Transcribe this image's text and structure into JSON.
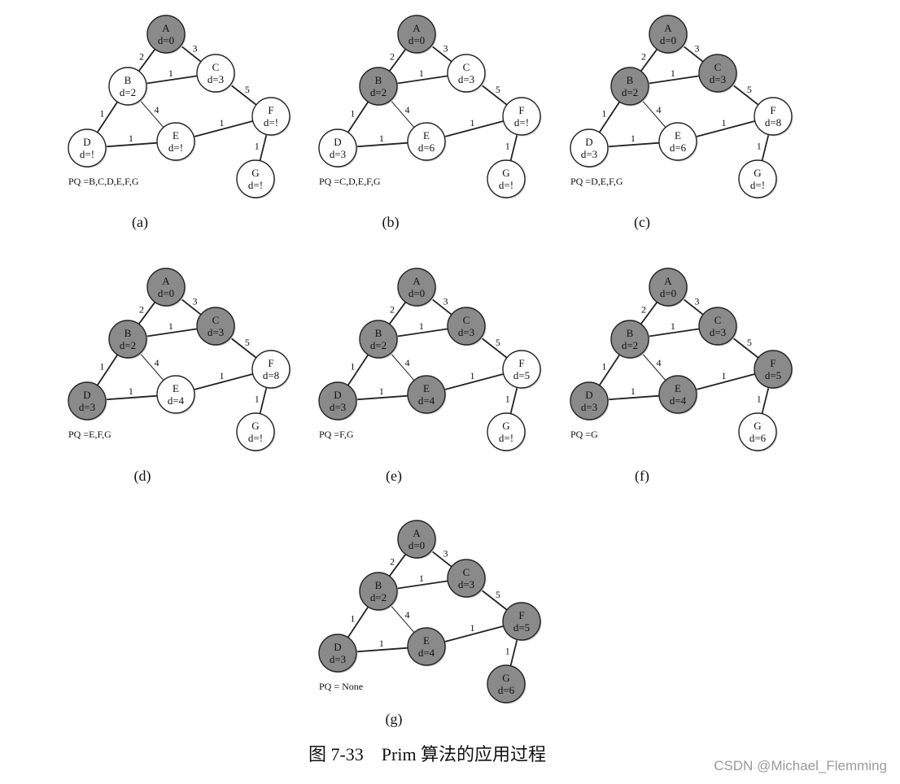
{
  "figure": {
    "caption_number": "图 7-33",
    "caption_text": "Prim 算法的应用过程",
    "watermark": "CSDN @Michael_Flemming"
  },
  "colors": {
    "visited_fill": "#8a8a8a",
    "unvisited_fill": "#ffffff",
    "stroke": "#222222"
  },
  "graph": {
    "edges": [
      {
        "from": "A",
        "to": "B",
        "weight": "2"
      },
      {
        "from": "A",
        "to": "C",
        "weight": "3"
      },
      {
        "from": "B",
        "to": "C",
        "weight": "1"
      },
      {
        "from": "B",
        "to": "D",
        "weight": "1"
      },
      {
        "from": "B",
        "to": "E",
        "weight": "4"
      },
      {
        "from": "D",
        "to": "E",
        "weight": "1"
      },
      {
        "from": "C",
        "to": "F",
        "weight": "5"
      },
      {
        "from": "E",
        "to": "F",
        "weight": "1"
      },
      {
        "from": "F",
        "to": "G",
        "weight": "1"
      }
    ]
  },
  "panels": [
    {
      "caption": "(a)",
      "pq": "PQ =B,C,D,E,F,G",
      "nodes": [
        {
          "id": "A",
          "dist": "d=0",
          "visited": true
        },
        {
          "id": "B",
          "dist": "d=2",
          "visited": false
        },
        {
          "id": "C",
          "dist": "d=3",
          "visited": false
        },
        {
          "id": "D",
          "dist": "d=!",
          "visited": false
        },
        {
          "id": "E",
          "dist": "d=!",
          "visited": false
        },
        {
          "id": "F",
          "dist": "d=!",
          "visited": false
        },
        {
          "id": "G",
          "dist": "d=!",
          "visited": false
        }
      ]
    },
    {
      "caption": "(b)",
      "pq": "PQ =C,D,E,F,G",
      "nodes": [
        {
          "id": "A",
          "dist": "d=0",
          "visited": true
        },
        {
          "id": "B",
          "dist": "d=2",
          "visited": true
        },
        {
          "id": "C",
          "dist": "d=3",
          "visited": false
        },
        {
          "id": "D",
          "dist": "d=3",
          "visited": false
        },
        {
          "id": "E",
          "dist": "d=6",
          "visited": false
        },
        {
          "id": "F",
          "dist": "d=!",
          "visited": false
        },
        {
          "id": "G",
          "dist": "d=!",
          "visited": false
        }
      ]
    },
    {
      "caption": "(c)",
      "pq": "PQ =D,E,F,G",
      "nodes": [
        {
          "id": "A",
          "dist": "d=0",
          "visited": true
        },
        {
          "id": "B",
          "dist": "d=2",
          "visited": true
        },
        {
          "id": "C",
          "dist": "d=3",
          "visited": true
        },
        {
          "id": "D",
          "dist": "d=3",
          "visited": false
        },
        {
          "id": "E",
          "dist": "d=6",
          "visited": false
        },
        {
          "id": "F",
          "dist": "d=8",
          "visited": false
        },
        {
          "id": "G",
          "dist": "d=!",
          "visited": false
        }
      ]
    },
    {
      "caption": "(d)",
      "pq": "PQ =E,F,G",
      "nodes": [
        {
          "id": "A",
          "dist": "d=0",
          "visited": true
        },
        {
          "id": "B",
          "dist": "d=2",
          "visited": true
        },
        {
          "id": "C",
          "dist": "d=3",
          "visited": true
        },
        {
          "id": "D",
          "dist": "d=3",
          "visited": true
        },
        {
          "id": "E",
          "dist": "d=4",
          "visited": false
        },
        {
          "id": "F",
          "dist": "d=8",
          "visited": false
        },
        {
          "id": "G",
          "dist": "d=!",
          "visited": false
        }
      ]
    },
    {
      "caption": "(e)",
      "pq": "PQ =F,G",
      "nodes": [
        {
          "id": "A",
          "dist": "d=0",
          "visited": true
        },
        {
          "id": "B",
          "dist": "d=2",
          "visited": true
        },
        {
          "id": "C",
          "dist": "d=3",
          "visited": true
        },
        {
          "id": "D",
          "dist": "d=3",
          "visited": true
        },
        {
          "id": "E",
          "dist": "d=4",
          "visited": true
        },
        {
          "id": "F",
          "dist": "d=5",
          "visited": false
        },
        {
          "id": "G",
          "dist": "d=!",
          "visited": false
        }
      ]
    },
    {
      "caption": "(f)",
      "pq": "PQ =G",
      "nodes": [
        {
          "id": "A",
          "dist": "d=0",
          "visited": true
        },
        {
          "id": "B",
          "dist": "d=2",
          "visited": true
        },
        {
          "id": "C",
          "dist": "d=3",
          "visited": true
        },
        {
          "id": "D",
          "dist": "d=3",
          "visited": true
        },
        {
          "id": "E",
          "dist": "d=4",
          "visited": true
        },
        {
          "id": "F",
          "dist": "d=5",
          "visited": true
        },
        {
          "id": "G",
          "dist": "d=6",
          "visited": false
        }
      ]
    },
    {
      "caption": "(g)",
      "pq": "PQ = None",
      "nodes": [
        {
          "id": "A",
          "dist": "d=0",
          "visited": true
        },
        {
          "id": "B",
          "dist": "d=2",
          "visited": true
        },
        {
          "id": "C",
          "dist": "d=3",
          "visited": true
        },
        {
          "id": "D",
          "dist": "d=3",
          "visited": true
        },
        {
          "id": "E",
          "dist": "d=4",
          "visited": true
        },
        {
          "id": "F",
          "dist": "d=5",
          "visited": true
        },
        {
          "id": "G",
          "dist": "d=6",
          "visited": true
        }
      ]
    }
  ]
}
